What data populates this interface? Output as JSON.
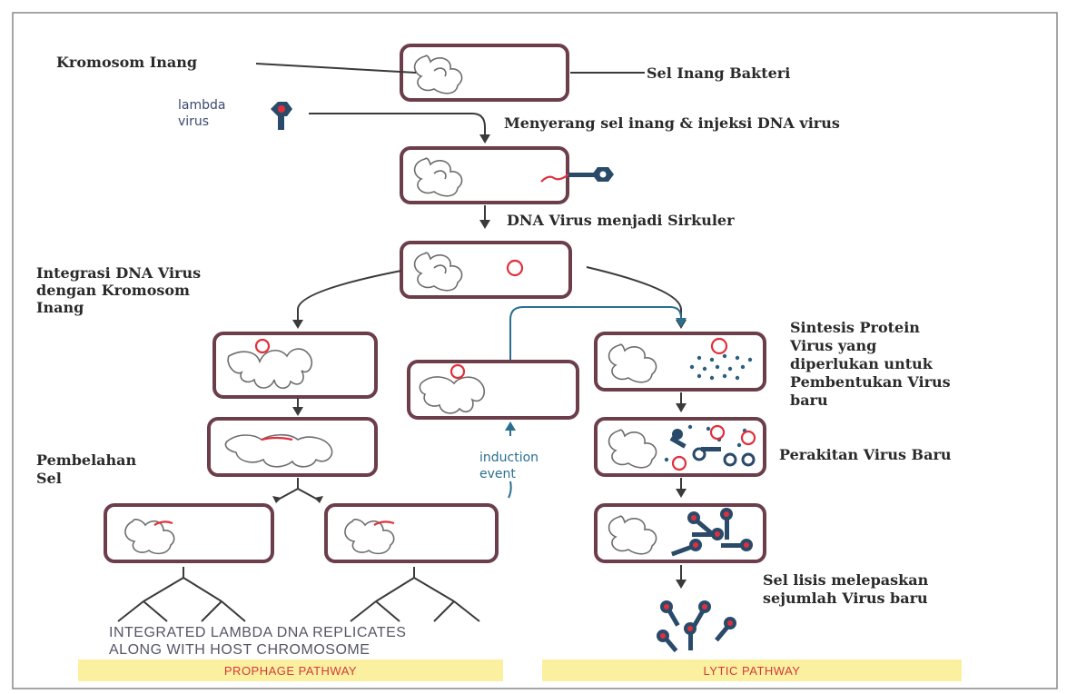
{
  "labels": {
    "host_chromosome": "Kromosom Inang",
    "host_cell": "Sel Inang Bakteri",
    "lambda_virus_line1": "lambda",
    "lambda_virus_line2": "virus",
    "infect": "Menyerang sel inang & injeksi DNA virus",
    "circular": "DNA Virus menjadi Sirkuler",
    "integration_line1": "Integrasi DNA Virus",
    "integration_line2": "dengan Kromosom",
    "integration_line3": "Inang",
    "protein_line1": "Sintesis Protein",
    "protein_line2": "Virus yang",
    "protein_line3": "diperlukan untuk",
    "protein_line4": "Pembentukan Virus",
    "protein_line5": "baru",
    "division_line1": "Pembelahan",
    "division_line2": "Sel",
    "induction_line1": "induction",
    "induction_line2": "event",
    "assembly": "Perakitan Virus Baru",
    "lysis_line1": "Sel lisis melepaskan",
    "lysis_line2": "sejumlah Virus baru",
    "replicates_line1": "INTEGRATED LAMBDA DNA REPLICATES",
    "replicates_line2": "ALONG WITH HOST CHROMOSOME",
    "prophage": "PROPHAGE PATHWAY",
    "lytic": "LYTIC PATHWAY"
  },
  "colors": {
    "cell_border": "#6b3e4a",
    "viral_dna": "#e0303c",
    "band": "#fbf0a0",
    "induction": "#2a6f8f"
  }
}
